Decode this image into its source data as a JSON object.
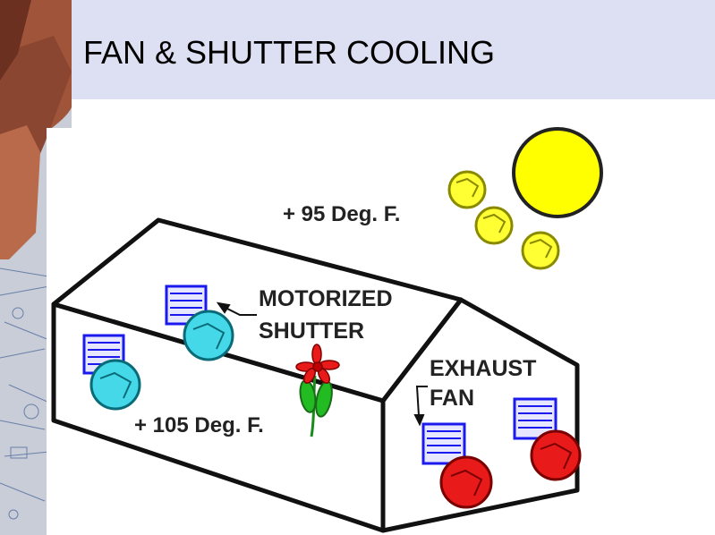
{
  "slide": {
    "title": "FAN & SHUTTER COOLING"
  },
  "labels": {
    "outside_temp": "+ 95 Deg. F.",
    "inside_temp": "+ 105 Deg. F.",
    "motorized_shutter_line1": "MOTORIZED",
    "motorized_shutter_line2": "SHUTTER",
    "exhaust_fan_line1": "EXHAUST",
    "exhaust_fan_line2": "FAN"
  },
  "colors": {
    "title_band": "#dde0f3",
    "sun": "#ffff00",
    "shutter_blue": "#1a1aee",
    "cool_air": "#44d8e8",
    "hot_air": "#e81a1a",
    "flower_red": "#e81a1a",
    "stem_green": "#22bb22"
  },
  "icons": [
    "sun-icon",
    "shutter-icon",
    "fan-icon",
    "flower-icon",
    "arrow-icon"
  ]
}
